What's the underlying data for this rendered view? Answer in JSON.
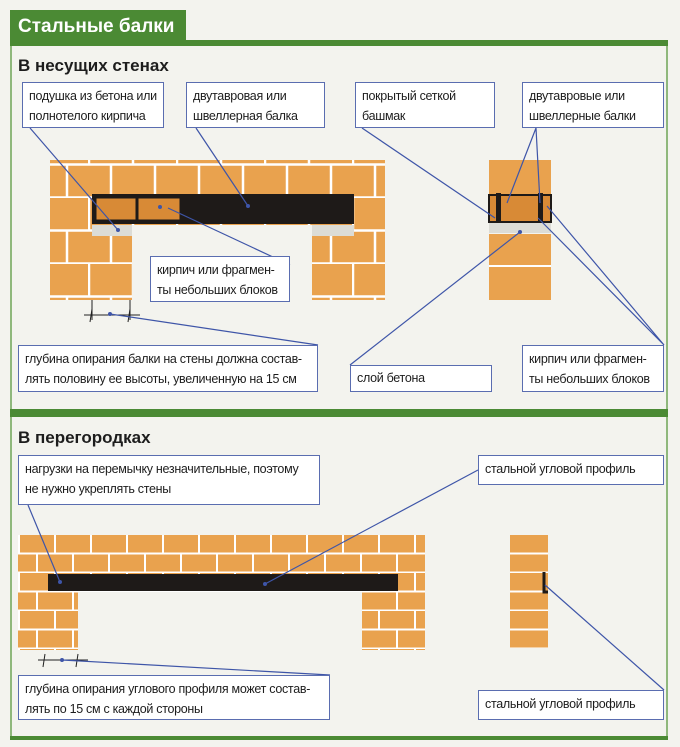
{
  "title": "Стальные балки",
  "section1": {
    "heading": "В несущих стенах",
    "labels": {
      "pad": "подушка из бетона или\nполнотелого кирпича",
      "beam": "двутавровая или\nшвеллерная балка",
      "shoe": "покрытый сеткой\nбашмак",
      "beams": "двутавровые или\nшвеллерные балки",
      "bricks_left": "кирпич или фрагмен-\nты небольших блоков",
      "depth": "глубина опирания балки на стены должна состав-\nлять половину ее высоты, увеличенную на 15 см",
      "concrete": "слой бетона",
      "bricks_right": "кирпич или фрагмен-\nты небольших блоков"
    }
  },
  "section2": {
    "heading": "В перегородках",
    "labels": {
      "load": "нагрузки на перемычку незначительные, поэтому\nне нужно укреплять стены",
      "profile_top": "стальной угловой профиль",
      "depth": "глубина опирания углового профиля может состав-\nлять по 15 см с каждой стороны",
      "profile_bottom": "стальной угловой профиль"
    }
  },
  "colors": {
    "green": "#4b8a34",
    "brick": "#e9a24e",
    "beam": "#1e1a18",
    "concrete": "#dcdcd6",
    "leader": "#3e55a8"
  }
}
